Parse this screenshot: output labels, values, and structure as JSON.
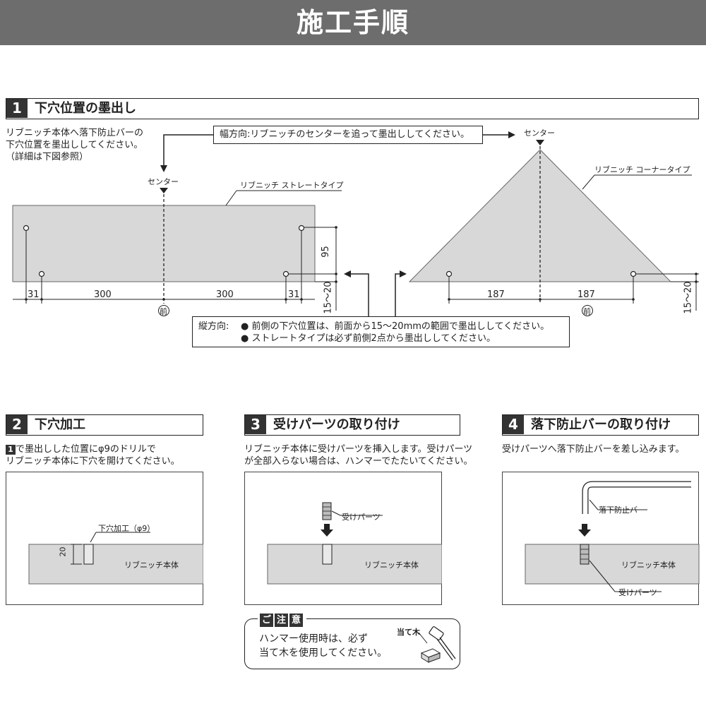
{
  "header": {
    "title": "施工手順"
  },
  "step1": {
    "number": "1",
    "title": "下穴位置の墨出し",
    "intro": [
      "リブニッチ本体へ落下防止バーの",
      "下穴位置を墨出ししてください。",
      "（詳細は下図参照）"
    ],
    "width_note": "幅方向:リブニッチのセンターを追って墨出ししてください。",
    "center_label": "センター",
    "straight_label": "リブニッチ ストレートタイプ",
    "corner_label": "リブニッチ コーナータイプ",
    "front_label": "前",
    "dims_straight": {
      "edge_left": "31",
      "left": "300",
      "right": "300",
      "edge_right": "31",
      "height": "95",
      "front_range": "15〜20"
    },
    "dims_corner": {
      "left": "187",
      "right": "187",
      "front_range": "15〜20"
    },
    "vertical_note": {
      "label": "縦方向:",
      "items": [
        "前側の下穴位置は、前面から15〜20mmの範囲で墨出ししてください。",
        "ストレートタイプは必ず前側2点から墨出ししてください。"
      ]
    }
  },
  "step2": {
    "number": "2",
    "title": "下穴加工",
    "ref_num": "1",
    "desc": [
      "で墨出しした位置にφ9のドリルで",
      "リブニッチ本体に下穴を開けてください。"
    ],
    "hole_label": "下穴加工（φ9）",
    "depth": "20",
    "body_label": "リブニッチ本体"
  },
  "step3": {
    "number": "3",
    "title": "受けパーツの取り付け",
    "desc": [
      "リブニッチ本体に受けパーツを挿入します。受けパーツ",
      "が全部入らない場合は、ハンマーでたたいてください。"
    ],
    "part_label": "受けパーツ",
    "body_label": "リブニッチ本体"
  },
  "step4": {
    "number": "4",
    "title": "落下防止バーの取り付け",
    "desc": "受けパーツへ落下防止バーを差し込みます。",
    "bar_label": "落下防止バー",
    "part_label": "受けパーツ",
    "body_label": "リブニッチ本体"
  },
  "caution": {
    "chips": [
      "ご",
      "注",
      "意"
    ],
    "lines": [
      "ハンマー使用時は、必ず",
      "当て木を使用してください。"
    ],
    "block_label": "当て木"
  },
  "colors": {
    "header_bg": "#6d6d6d",
    "panel_fill": "#d8d8d8",
    "dark": "#333333"
  }
}
